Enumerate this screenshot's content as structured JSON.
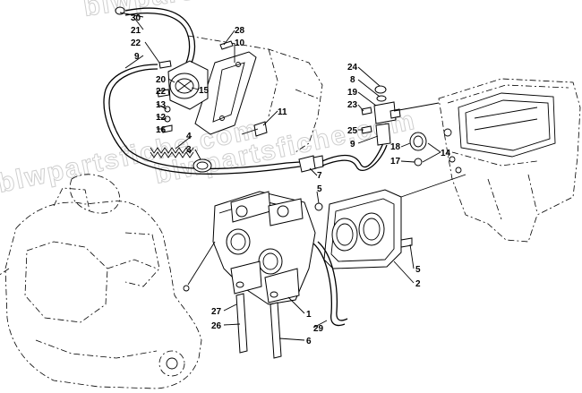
{
  "watermark": {
    "top": "blwparsfiche.com",
    "middle": "blwpartsfiche.com",
    "bottom": "blwpartsfiche.com"
  },
  "callouts": [
    {
      "id": "c30",
      "text": "30"
    },
    {
      "id": "c21",
      "text": "21"
    },
    {
      "id": "c22a",
      "text": "22"
    },
    {
      "id": "c9a",
      "text": "9"
    },
    {
      "id": "c28",
      "text": "28"
    },
    {
      "id": "c10",
      "text": "10"
    },
    {
      "id": "c20",
      "text": "20"
    },
    {
      "id": "c22b",
      "text": "22"
    },
    {
      "id": "c15",
      "text": "15"
    },
    {
      "id": "c13",
      "text": "13"
    },
    {
      "id": "c12",
      "text": "12"
    },
    {
      "id": "c16",
      "text": "16"
    },
    {
      "id": "c11",
      "text": "11"
    },
    {
      "id": "c4",
      "text": "4"
    },
    {
      "id": "c3",
      "text": "3"
    },
    {
      "id": "c24",
      "text": "24"
    },
    {
      "id": "c8",
      "text": "8"
    },
    {
      "id": "c19",
      "text": "19"
    },
    {
      "id": "c23",
      "text": "23"
    },
    {
      "id": "c25",
      "text": "25"
    },
    {
      "id": "c9b",
      "text": "9"
    },
    {
      "id": "c18",
      "text": "18"
    },
    {
      "id": "c14",
      "text": "14"
    },
    {
      "id": "c17",
      "text": "17"
    },
    {
      "id": "c7",
      "text": "7"
    },
    {
      "id": "c5a",
      "text": "5"
    },
    {
      "id": "c5b",
      "text": "5"
    },
    {
      "id": "c2",
      "text": "2"
    },
    {
      "id": "c1",
      "text": "1"
    },
    {
      "id": "c27",
      "text": "27"
    },
    {
      "id": "c26",
      "text": "26"
    },
    {
      "id": "c29",
      "text": "29"
    },
    {
      "id": "c6",
      "text": "6"
    }
  ]
}
